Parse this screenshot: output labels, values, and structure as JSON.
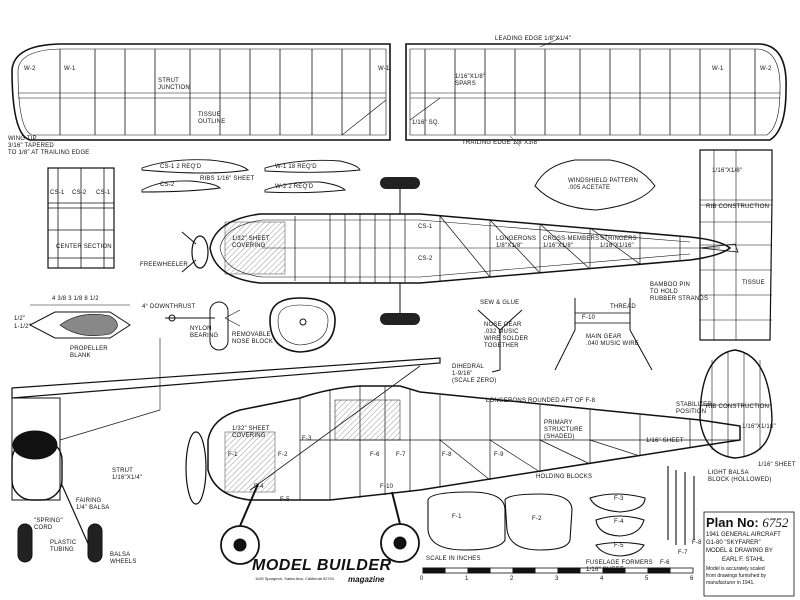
{
  "wing": {
    "leading_edge": "LEADING EDGE 1/8\"X1/4\"",
    "trailing_edge": "TRAILING EDGE 1/8\"X3/8\"",
    "spars": "1/16\"X1/8\"\nSPARS",
    "square": "1/16\" SQ.",
    "strut_junction": "STRUT\nJUNCTION",
    "tissue_outline": "TISSUE\nOUTLINE",
    "wing_tip": "WING TIP\n3/16\" TAPERED\nTO 1/8\" AT TRAILING EDGE",
    "w2_left": "W-2",
    "w1_left": "W-1",
    "w1_mid": "W-1",
    "w1_right": "W-1",
    "w2_right": "W-2"
  },
  "ribs": {
    "cs1": "CS-1   2 REQ'D",
    "cs2": "CS-2",
    "ribs_sheet": "RIBS 1/16\" SHEET",
    "w1": "W-1  18 REQ'D",
    "w2": "W-2  2 REQ'D"
  },
  "center_section": {
    "label": "CENTER SECTION",
    "cs1a": "CS-1",
    "cs2": "CS-2",
    "cs1b": "CS-1"
  },
  "windshield": "WINDSHIELD PATTERN\n.005 ACETATE",
  "top_view": {
    "freewheeler": "FREEWHEELER",
    "sheet_covering": "1/32\" SHEET\nCOVERING",
    "cs1": "CS-1",
    "cs2": "CS-2",
    "longerons": "LONGERONS\n1/8\"X1/8\"",
    "cross_members": "CROSS-MEMBERS\n1/16\"X1/8\"",
    "stringers": "STRINGERS\n1/16\"X1/16\"",
    "bamboo_pin": "BAMBOO PIN\nTO HOLD\nRUBBER STRANDS"
  },
  "propeller": {
    "dims": "4 3/8   3 1/8   8 1/2",
    "half": "1/2\"",
    "one_half": "1-1/2\"",
    "blank": "PROPELLER\nBLANK"
  },
  "nose": {
    "downthrust": "4° DOWNTHRUST",
    "nylon_bearing": "NYLON\nBEARING",
    "removable_block": "REMOVABLE\nNOSE BLOCK"
  },
  "gear": {
    "sew_glue": "SEW & GLUE",
    "nose_gear": "NOSE GEAR\n.032 MUSIC\nWIRE SOLDER\nTOGETHER",
    "thread": "THREAD",
    "f10": "F-10",
    "main_gear": "MAIN GEAR\n.040 MUSIC WIRE"
  },
  "tail": {
    "h_rib": "1/16\"X1/8\"",
    "rib_construction_top": "RIB CONSTRUCTION",
    "tissue": "TISSUE",
    "rib_construction_bottom": "RIB CONSTRUCTION",
    "fin_size": "1/16\"X1/16\"",
    "sheet": "1/16\" SHEET",
    "light_balsa": "LIGHT BALSA\nBLOCK (HOLLOWED)",
    "stabilizer_position": "STABILIZER\nPOSITION"
  },
  "side_view": {
    "dihedral": "DIHEDRAL\n1-9/16\"\n(SCALE ZERO)",
    "longerons_rounded": "LONGERONS ROUNDED AFT OF F-8",
    "primary_structure": "PRIMARY\nSTRUCTURE\n(SHADED)",
    "sheet_1_16": "1/16\" SHEET",
    "sheet_covering": "1/32\" SHEET\nCOVERING",
    "holding_blocks": "HOLDING BLOCKS",
    "strut": "STRUT\n1/16\"X1/4\"",
    "fairing": "FAIRING\n1/4\" BALSA",
    "spring_cord": "\"SPRING\"\nCORD",
    "plastic_tubing": "PLASTIC\nTUBING",
    "balsa_wheels": "BALSA\nWHEELS",
    "f1": "F-1",
    "f2": "F-2",
    "f3": "F-3",
    "f4": "F-4",
    "f5": "F-5",
    "f6": "F-6",
    "f7": "F-7",
    "f8": "F-8",
    "f9": "F-9",
    "f10": "F-10"
  },
  "formers": {
    "f1": "F-1",
    "f2": "F-2",
    "f3": "F-3",
    "f4": "F-4",
    "f5": "F-5",
    "f6": "F-6",
    "f7": "F-7",
    "f8": "F-8",
    "fuselage_formers": "FUSELAGE FORMERS\n1/16\" SHEET"
  },
  "scale": {
    "label": "SCALE IN INCHES",
    "ticks": [
      "0",
      "1",
      "2",
      "3",
      "4",
      "5",
      "6"
    ]
  },
  "title_block": {
    "plan_label": "Plan No:",
    "plan_number": "6752",
    "line1": "1941 GENERAL AIRCRAFT",
    "line2": "G1-80  \"SKYFARER\"",
    "line3": "MODEL & DRAWING by",
    "line4": "EARL F. STAHL",
    "line5": "Model is accurately scaled",
    "line6": "from drawings furnished by",
    "line7": "manufacturer in 1941."
  },
  "publisher": {
    "name": "MODEL BUILDER",
    "magazine": "magazine",
    "address": "1105 Spurgeon, Santa Ana, California 92701"
  }
}
